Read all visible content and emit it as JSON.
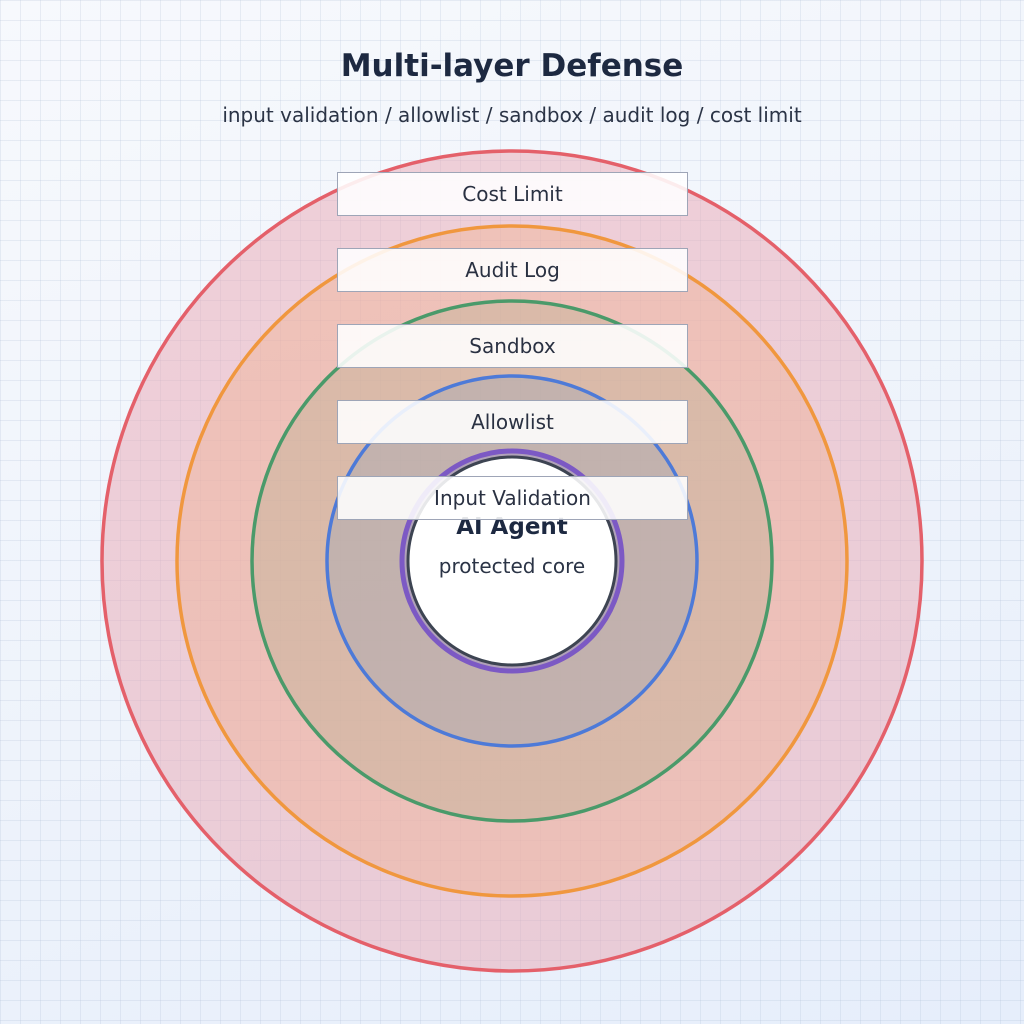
{
  "title": "Multi-layer Defense",
  "subtitle": "input validation / allowlist / sandbox / audit log / cost limit",
  "core": {
    "title": "AI Agent",
    "subtitle": "protected core"
  },
  "layers": [
    {
      "label": "Cost Limit",
      "stroke": "#e4606a",
      "fill": "#e9a7b4"
    },
    {
      "label": "Audit Log",
      "stroke": "#f0973e",
      "fill": "#f0b295"
    },
    {
      "label": "Sandbox",
      "stroke": "#4a9a6a",
      "fill": "#c2b296"
    },
    {
      "label": "Allowlist",
      "stroke": "#4d7ad8",
      "fill": "#a7a8b3"
    },
    {
      "label": "Input Validation",
      "stroke": "#7c59c4",
      "fill": "#9b8fc7"
    }
  ]
}
